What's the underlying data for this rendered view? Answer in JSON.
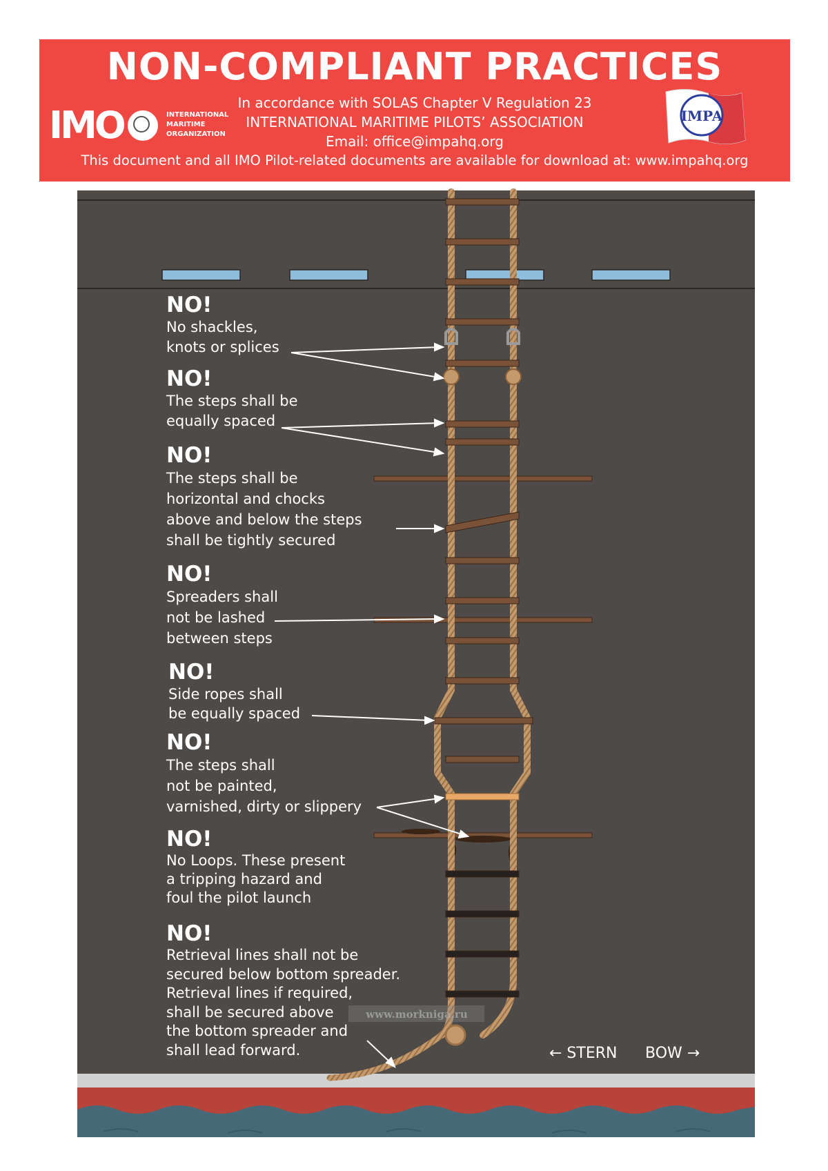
{
  "header": {
    "title": "NON-COMPLIANT PRACTICES",
    "line1": "In accordance with SOLAS Chapter V Regulation 23",
    "line2": "INTERNATIONAL MARITIME PILOTS’ ASSOCIATION",
    "email": "Email: office@impahq.org",
    "download": "This document and all IMO Pilot-related documents are available for download at: www.impahq.org",
    "imo_logo": {
      "wordmark": "IMO",
      "lines": [
        "INTERNATIONAL",
        "MARITIME",
        "ORGANIZATION"
      ]
    },
    "impa_logo": {
      "text": "IMPA"
    }
  },
  "notes": [
    {
      "heading": "NO!",
      "lines": [
        "No shackles,",
        "knots or splices"
      ]
    },
    {
      "heading": "NO!",
      "lines": [
        "The steps shall be",
        "equally spaced"
      ]
    },
    {
      "heading": "NO!",
      "lines": [
        "The steps shall be",
        "horizontal and chocks",
        "above and below the steps",
        "shall be tightly secured"
      ]
    },
    {
      "heading": "NO!",
      "lines": [
        "Spreaders shall",
        "not be lashed",
        "between steps"
      ]
    },
    {
      "heading": "NO!",
      "lines": [
        "Side ropes shall",
        "be equally spaced"
      ]
    },
    {
      "heading": "NO!",
      "lines": [
        "The steps shall",
        "not be painted,",
        "varnished, dirty or slippery"
      ]
    },
    {
      "heading": "NO!",
      "lines": [
        "No Loops. These present",
        "a tripping hazard and",
        "foul the pilot launch"
      ]
    },
    {
      "heading": "NO!",
      "lines": [
        "Retrieval lines shall not be",
        "secured below bottom spreader.",
        "Retrieval lines if required,",
        "shall be secured above",
        "the bottom spreader and",
        "shall lead forward."
      ]
    }
  ],
  "direction": {
    "stern": "← STERN",
    "bow": "BOW →"
  },
  "watermark": "www.morkniga.ru",
  "colors": {
    "header_red": "#ef4843",
    "hull": "#4e4a47",
    "rope": "#c49a6c",
    "step": "#7a5238",
    "window": "#8fbedc",
    "waterline_red": "#b8433a",
    "sea": "#456977"
  }
}
